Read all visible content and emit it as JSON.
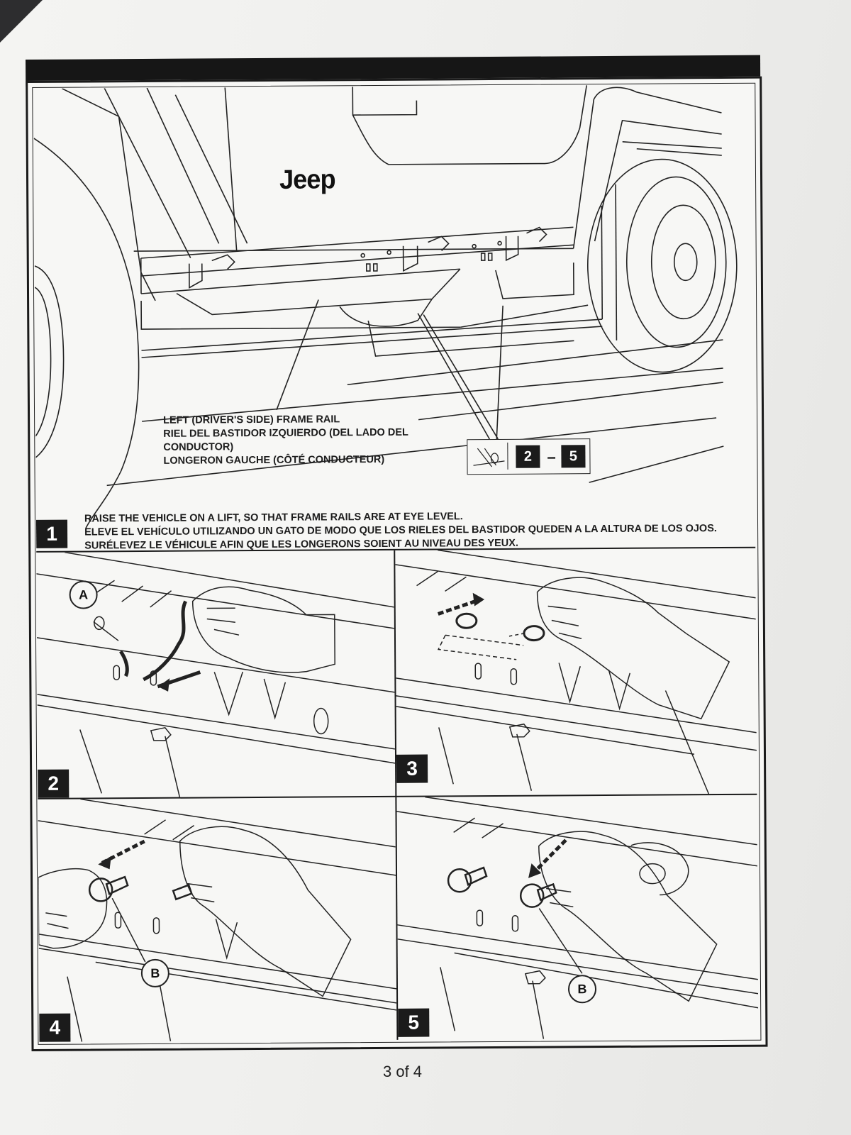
{
  "page": {
    "brand": "Jeep",
    "page_number": "3 of 4"
  },
  "callout": {
    "line1": "LEFT (DRIVER'S SIDE) FRAME RAIL",
    "line2": "RIEL DEL BASTIDOR IZQUIERDO (DEL LADO DEL",
    "line3": "CONDUCTOR)",
    "line4": "LONGERON GAUCHE (CÔTÉ CONDUCTEUR)"
  },
  "reference": {
    "from": "2",
    "dash": "–",
    "to": "5"
  },
  "instruction": {
    "en": "RAISE THE VEHICLE ON A LIFT, SO THAT FRAME RAILS ARE AT EYE LEVEL.",
    "es": "ELEVE EL VEHÍCULO UTILIZANDO UN GATO DE MODO QUE LOS RIELES DEL BASTIDOR QUEDEN A LA ALTURA DE LOS OJOS.",
    "fr": "SURÉLEVEZ LE VÉHICULE AFIN QUE LES LONGERONS SOIENT AU NIVEAU DES YEUX."
  },
  "steps": [
    {
      "number": "1"
    },
    {
      "number": "2",
      "label": "A"
    },
    {
      "number": "3"
    },
    {
      "number": "4",
      "label": "B"
    },
    {
      "number": "5",
      "label": "B"
    }
  ],
  "colors": {
    "ink": "#1b1b1b",
    "paper": "#f7f7f5"
  }
}
